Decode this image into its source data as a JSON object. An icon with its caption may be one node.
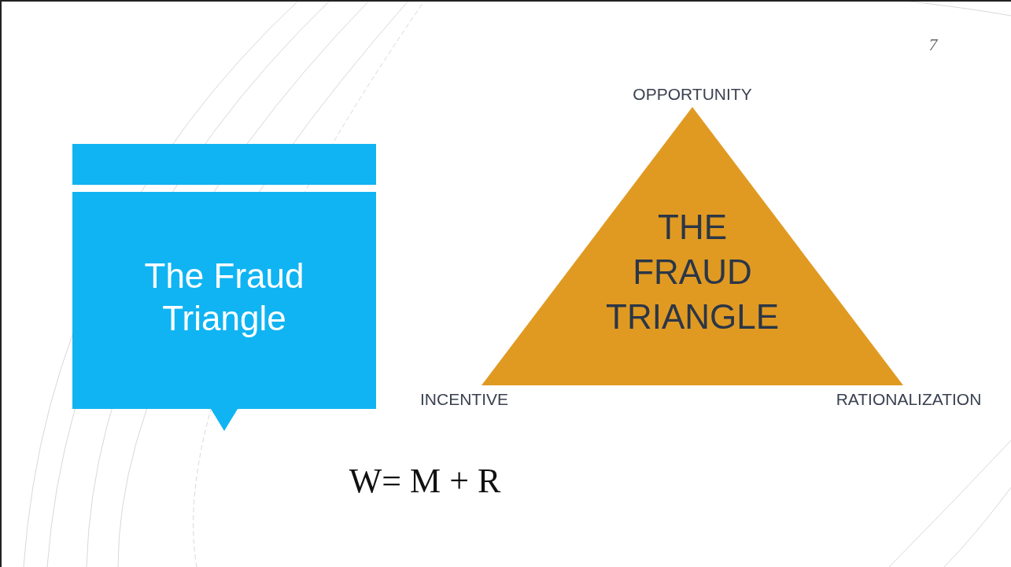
{
  "diagram": {
    "nodes": [
      {
        "text": [],
        "shape": "bar"
      },
      {
        "text": [
          "The Fraud Triangle"
        ]
      },
      {
        "text": [
          "THE FRAUD TRIANGLE"
        ]
      }
    ],
    "labels": [
      "7",
      "OPPORTUNITY",
      "INCENTIVE",
      "RATIONALIZATION",
      "W= M + R"
    ]
  }
}
